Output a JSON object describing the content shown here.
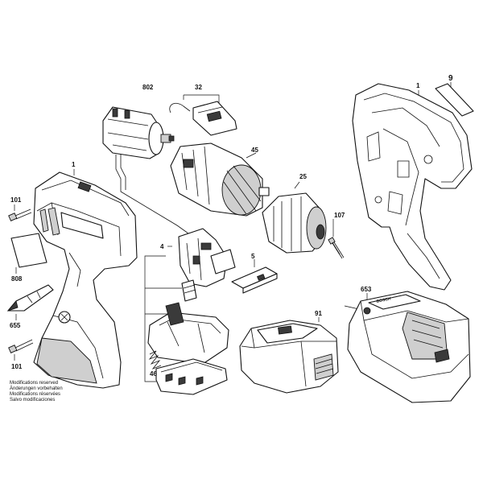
{
  "part_labels": {
    "p802": "802",
    "p32": "32",
    "p1_top": "1",
    "p9": "9",
    "p1_left": "1",
    "p45": "45",
    "p25": "25",
    "p101_top": "101",
    "p107": "107",
    "p4": "4",
    "p5": "5",
    "p808": "808",
    "p653": "653",
    "p91": "91",
    "p655": "655",
    "p46": "46",
    "p101_bottom": "101"
  },
  "notes": [
    "Modifications reserved",
    "Änderungen vorbehalten",
    "Modifications réservées",
    "Salvo modificaciones"
  ],
  "charger_brand": "BOSCH"
}
